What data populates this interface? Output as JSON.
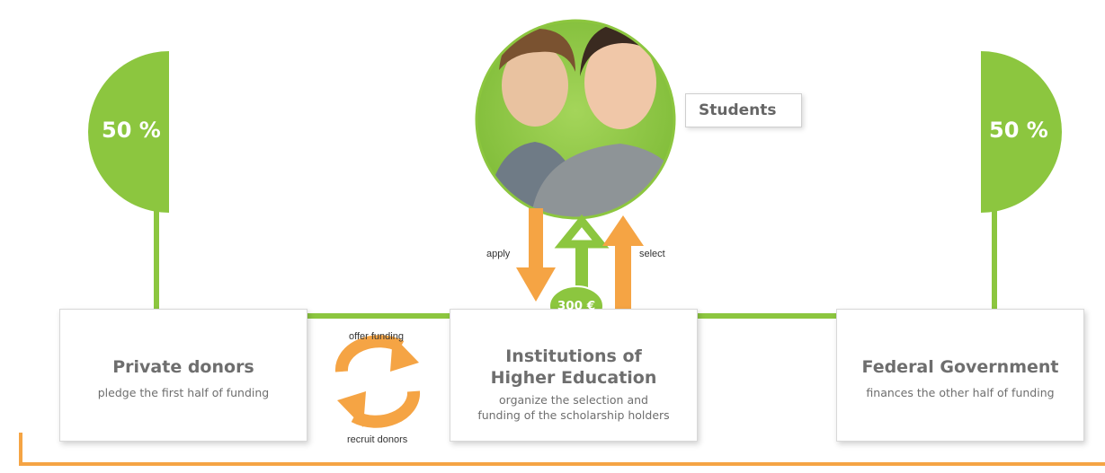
{
  "colors": {
    "green": "#8cc63f",
    "orange": "#f5a444",
    "text_gray": "#6e6e6e"
  },
  "private_donors": {
    "share": "50 %",
    "title": "Private donors",
    "subtitle": "pledge the first half of funding"
  },
  "federal_government": {
    "share": "50 %",
    "title": "Federal Government",
    "subtitle": "finances the other half of funding"
  },
  "institutions": {
    "title": "Institutions of\nHigher Education",
    "subtitle": "organize the selection and\nfunding of the scholarship holders"
  },
  "students": {
    "label": "Students"
  },
  "amount": "300 €",
  "arrows": {
    "apply": "apply",
    "select": "select",
    "offer_funding": "offer funding",
    "recruit_donors": "recruit donors"
  }
}
